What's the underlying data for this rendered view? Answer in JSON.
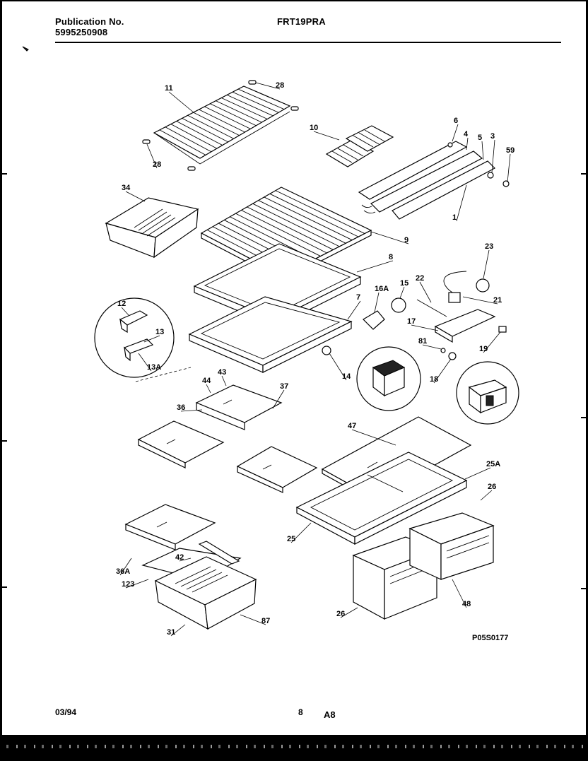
{
  "header": {
    "publication_label": "Publication No.",
    "publication_number": "5995250908",
    "model": "FRT19PRA"
  },
  "figure_code": "P05S0177",
  "footer": {
    "date": "03/94",
    "page": "8",
    "section": "A8"
  },
  "callouts": [
    "11",
    "28",
    "28",
    "10",
    "6",
    "4",
    "5",
    "3",
    "59",
    "1",
    "34",
    "9",
    "8",
    "23",
    "22",
    "15",
    "16A",
    "21",
    "7",
    "12",
    "13",
    "13A",
    "17",
    "81",
    "19",
    "14",
    "18",
    "43",
    "44",
    "37",
    "36",
    "47",
    "25A",
    "26",
    "25",
    "36A",
    "42",
    "123",
    "31",
    "87",
    "26",
    "48"
  ]
}
